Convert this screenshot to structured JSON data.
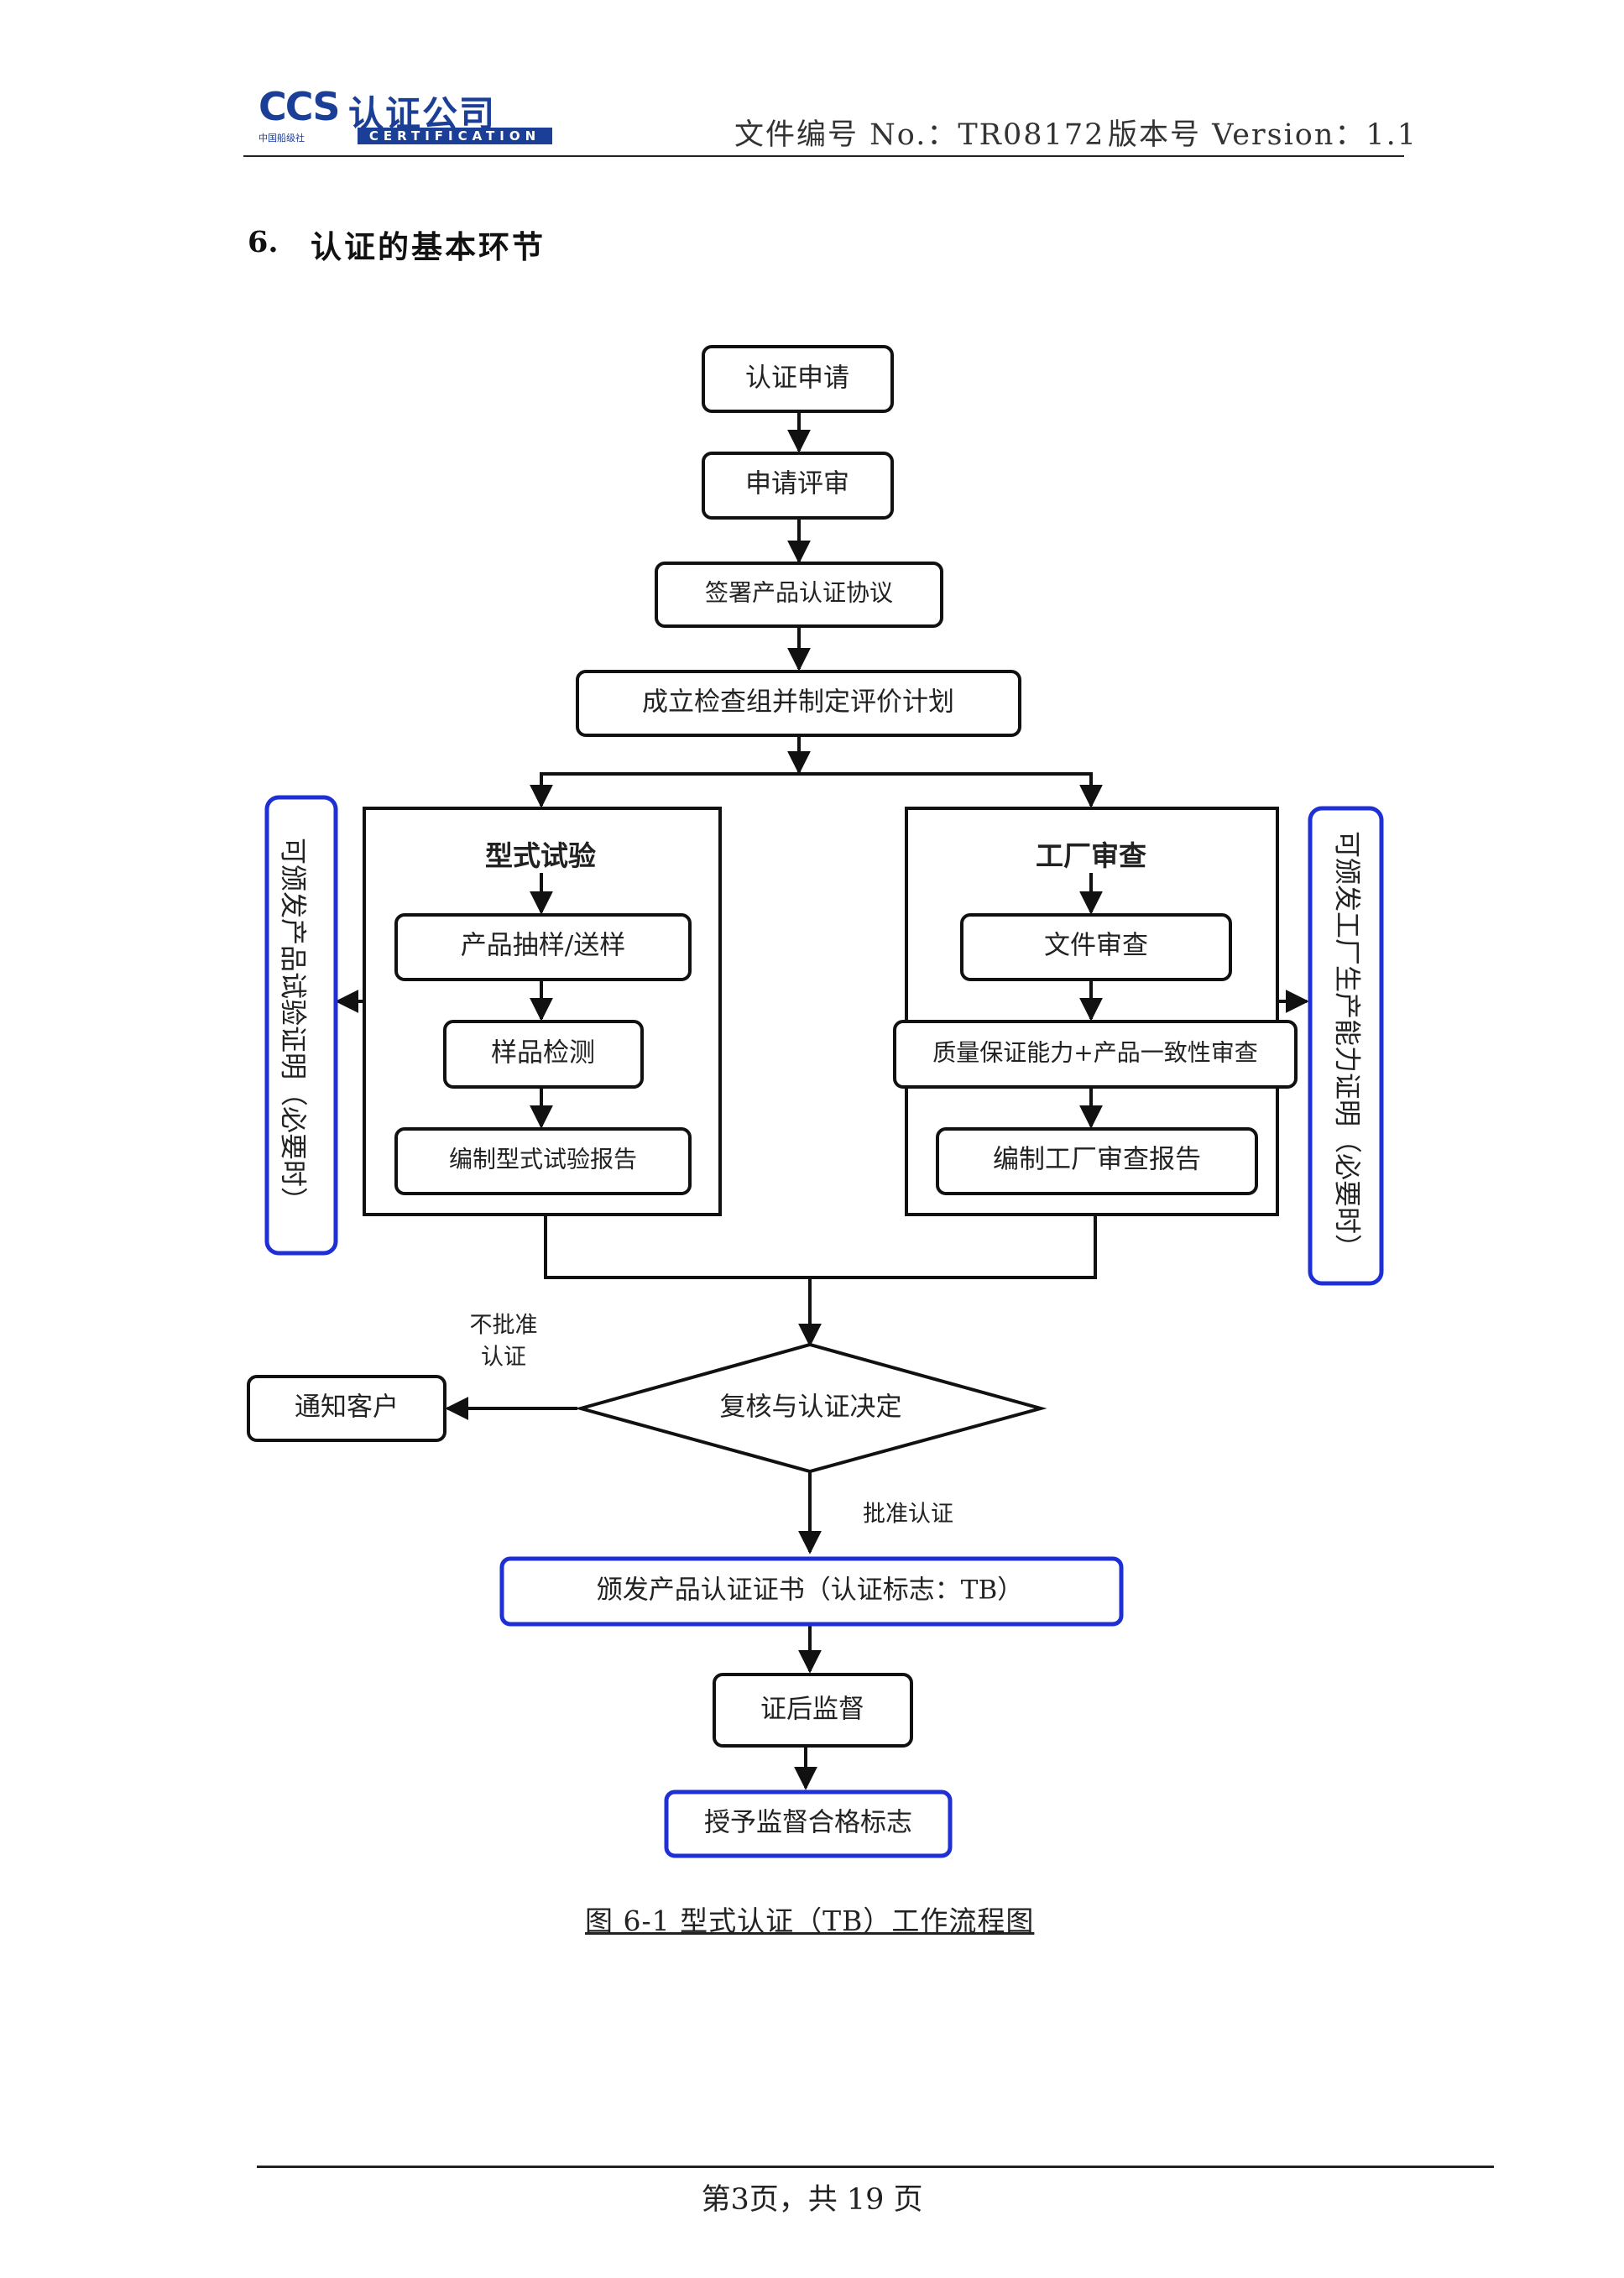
{
  "header": {
    "logo_text": "CCS",
    "logo_cn": "认证公司",
    "logo_sub": "中国船级社",
    "logo_bar": "CERTIFICATION",
    "doc_number": "文件编号 No.：TR08172",
    "version": "版本号 Version：1.1"
  },
  "section": {
    "number": "6.",
    "title": "认证的基本环节"
  },
  "flow": {
    "apply": "认证申请",
    "review": "申请评审",
    "agreement": "签署产品认证协议",
    "plan": "成立检查组并制定评价计划",
    "type_test_title": "型式试验",
    "sampling": "产品抽样/送样",
    "sample_test": "样品检测",
    "test_report": "编制型式试验报告",
    "factory_title": "工厂审查",
    "doc_review": "文件审查",
    "quality_review": "质量保证能力+产品一致性审查",
    "audit_report": "编制工厂审查报告",
    "left_side": "可颁发产品试验证明（必要时）",
    "right_side": "可颁发工厂生产能力证明（必要时）",
    "reject_line1": "不批准",
    "reject_line2": "认证",
    "notify": "通知客户",
    "decision": "复核与认证决定",
    "approve": "批准认证",
    "certificate": "颁发产品认证证书（认证标志：TB）",
    "surveillance": "证后监督",
    "mark": "授予监督合格标志"
  },
  "caption": "图 6-1  型式认证（TB）工作流程图",
  "footer": "第3页，共 19 页",
  "colors": {
    "accent_blue": "#1f2fd6",
    "logo_blue": "#1b3f97"
  }
}
